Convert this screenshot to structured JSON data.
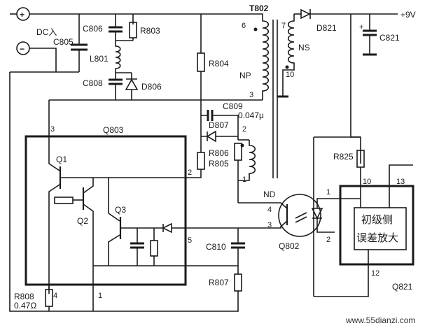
{
  "labels": {
    "dc_in": "DC入",
    "plus": "+",
    "minus": "−",
    "c805": "C805",
    "c806": "C806",
    "r803": "R803",
    "l801": "L801",
    "c808": "C808",
    "d806": "D806",
    "r804": "R804",
    "t802": "T802",
    "np": "NP",
    "ns": "NS",
    "d821": "D821",
    "c821": "C821",
    "plus9v": "+9V",
    "c809": "C809",
    "c809_val": "0.047μ",
    "d807": "D807",
    "r806": "R806",
    "r805": "R805",
    "q803": "Q803",
    "q1": "Q1",
    "q2": "Q2",
    "q3": "Q3",
    "nd": "ND",
    "c810": "C810",
    "r807": "R807",
    "q802": "Q802",
    "r825": "R825",
    "q821": "Q821",
    "ic_text_1": "初级侧",
    "ic_text_2": "误差放大",
    "r808": "R808",
    "r808_val": "0.47Ω",
    "watermark": "www.55dianzi.com"
  },
  "pins": {
    "t_6": "6",
    "t_3": "3",
    "t_7": "7",
    "t_10": "10",
    "t_2": "2",
    "t_1": "1",
    "q803_3": "3",
    "q803_2": "2",
    "q803_5": "5",
    "q803_4": "4",
    "q803_1": "1",
    "q802_4": "4",
    "q802_3": "3",
    "q802_1": "1",
    "q802_2": "2",
    "q821_10": "10",
    "q821_13": "13",
    "q821_12": "12"
  }
}
